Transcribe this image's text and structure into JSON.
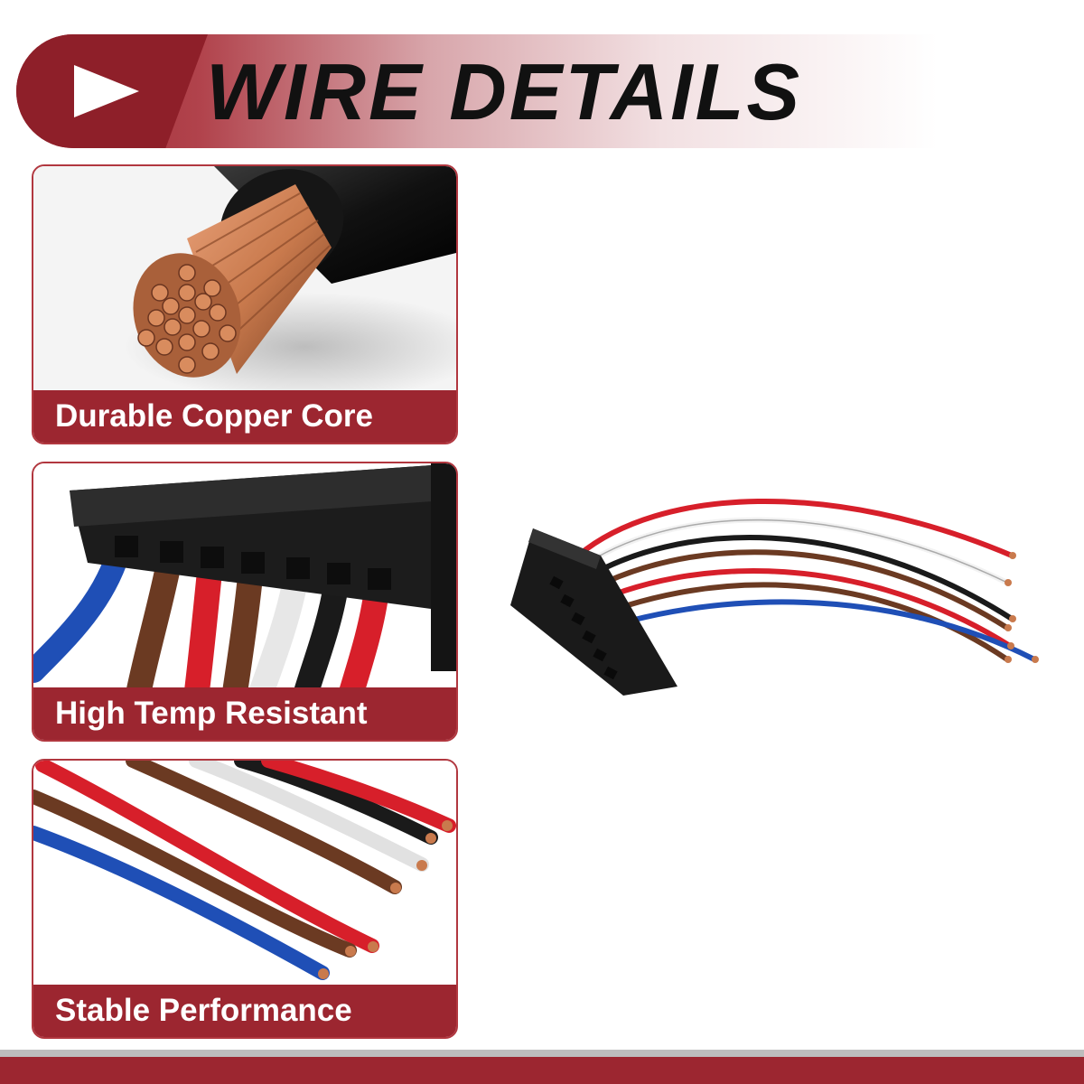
{
  "header": {
    "title": "WIRE DETAILS",
    "play_icon": "play-triangle-icon"
  },
  "cards": [
    {
      "label": "Durable Copper Core",
      "image": "copper-core-cable-photo"
    },
    {
      "label": "High Temp Resistant",
      "image": "connector-closeup-photo"
    },
    {
      "label": "Stable Performance",
      "image": "wire-ends-photo"
    }
  ],
  "product": {
    "image": "wire-harness-connector-photo"
  },
  "colors": {
    "accent": "#9c2630",
    "wire_red": "#d71f2a",
    "wire_brown": "#6b3a22",
    "wire_white": "#f2f2f2",
    "wire_black": "#1a1a1a",
    "wire_blue": "#1f4fb6",
    "copper": "#c97a4d"
  }
}
